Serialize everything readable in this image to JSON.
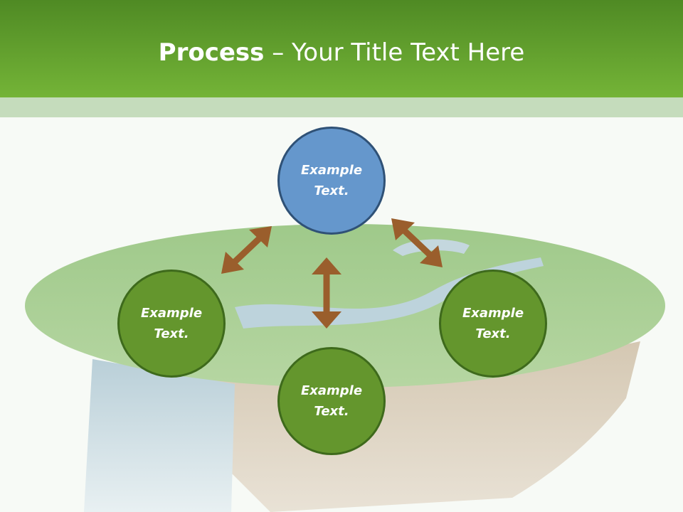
{
  "title": {
    "bold": "Process",
    "dash": " – ",
    "rest": "Your Title Text Here"
  },
  "nodes": {
    "top": {
      "line1": "Example",
      "line2": "Text."
    },
    "left": {
      "line1": "Example",
      "line2": "Text."
    },
    "right": {
      "line1": "Example",
      "line2": "Text."
    },
    "bottom": {
      "line1": "Example",
      "line2": "Text."
    }
  },
  "colors": {
    "header_green": "#74b437",
    "band": "#c5dcbc",
    "node_blue": "#6597cc",
    "node_green": "#64962d",
    "arrow_brown": "#9a5e2c"
  }
}
